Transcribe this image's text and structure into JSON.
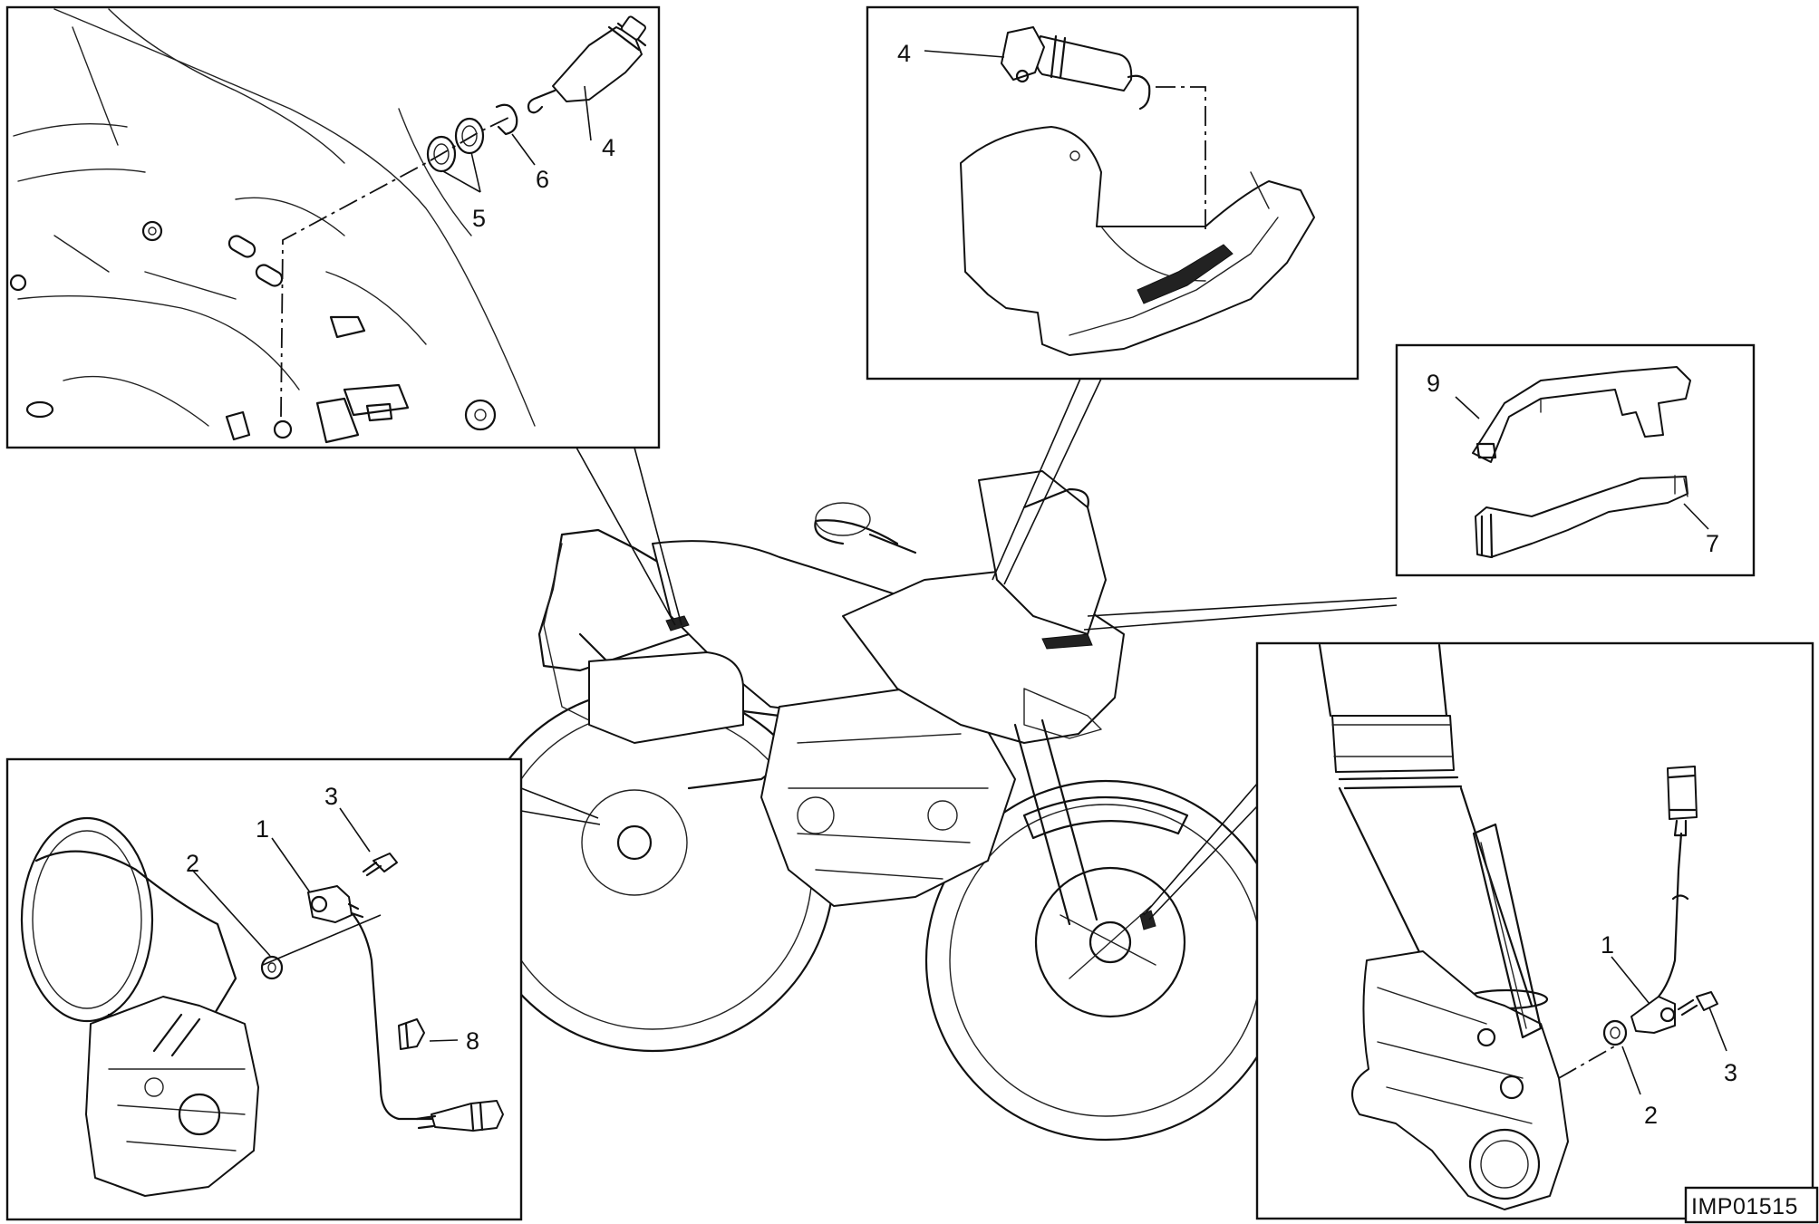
{
  "figure_code": "IMP01515",
  "panels": {
    "top_left": {
      "labels": [
        "4",
        "5",
        "6"
      ]
    },
    "top_center": {
      "labels": [
        "4"
      ]
    },
    "right_small": {
      "labels": [
        "9",
        "7"
      ]
    },
    "bottom_left": {
      "labels": [
        "3",
        "1",
        "2",
        "8"
      ]
    },
    "bottom_right": {
      "labels": [
        "1",
        "3",
        "2"
      ]
    }
  }
}
